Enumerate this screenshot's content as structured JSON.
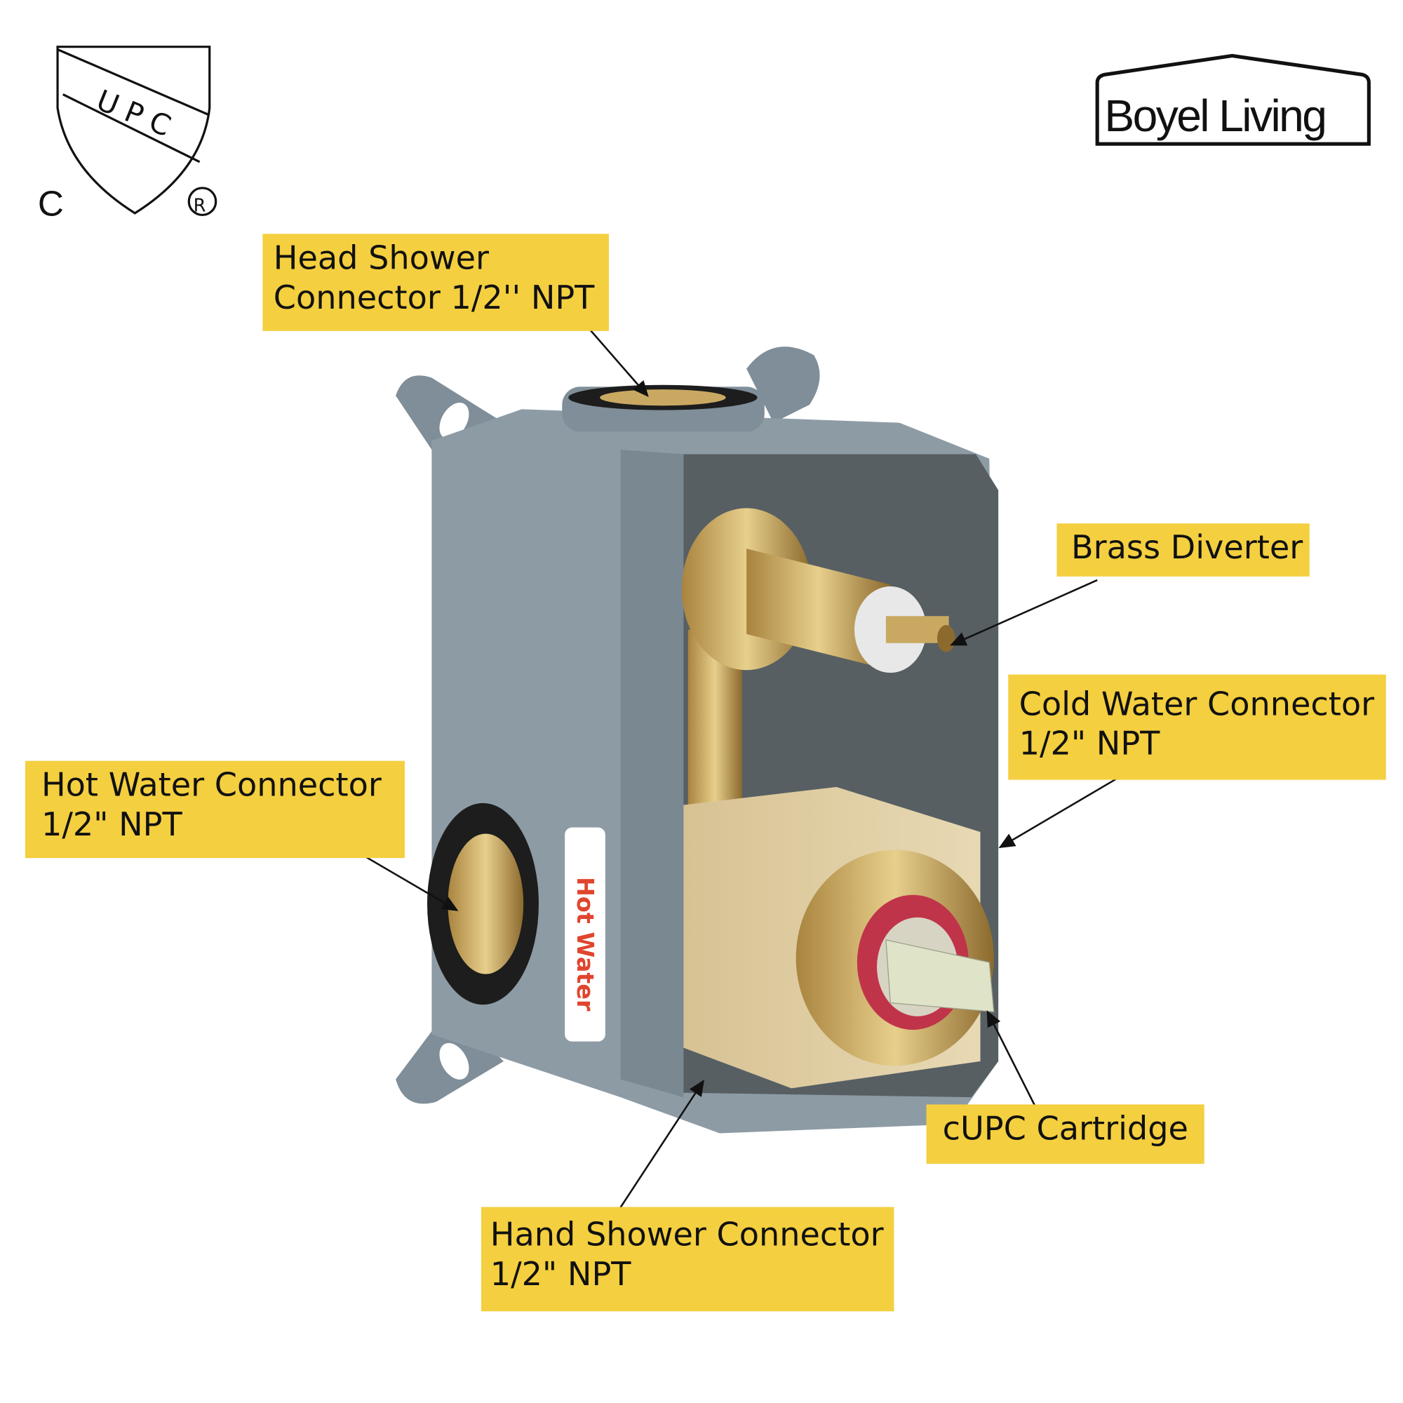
{
  "certification_logo": {
    "text": "UPC",
    "prefix": "C",
    "registered": "®"
  },
  "brand": {
    "name": "Boyel Living"
  },
  "product_label": {
    "text": "Hot Water"
  },
  "callouts": {
    "head_shower": {
      "line1": "Head Shower",
      "line2": "Connector 1/2'' NPT"
    },
    "brass_diverter": {
      "line1": "Brass Diverter"
    },
    "cold_water": {
      "line1": "Cold Water Connector",
      "line2": "1/2\" NPT"
    },
    "hot_water": {
      "line1": "Hot Water Connector",
      "line2": "1/2\" NPT"
    },
    "cartridge": {
      "line1": "cUPC Cartridge"
    },
    "hand_shower": {
      "line1": "Hand Shower Connector",
      "line2": "1/2\" NPT"
    }
  },
  "colors": {
    "label_bg": "#f4cf3f",
    "housing": "#8d9ba5",
    "brass": "#c9a962",
    "hot_label": "#e0452e"
  }
}
